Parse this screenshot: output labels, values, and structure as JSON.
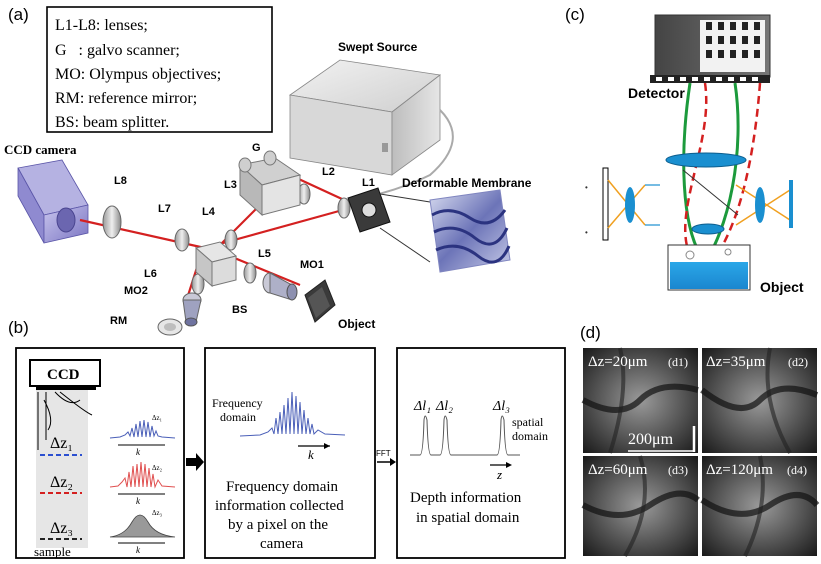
{
  "panels": {
    "a": "(a)",
    "b": "(b)",
    "c": "(c)",
    "d": "(d)"
  },
  "legend": {
    "lines": [
      "L1-L8: lenses;",
      "G   : galvo scanner;",
      "MO: Olympus objectives;",
      "RM: reference mirror;",
      "BS: beam splitter."
    ]
  },
  "setup": {
    "swept_source": "Swept Source",
    "ccd_camera": "CCD camera",
    "deformable_membrane": "Deformable Membrane",
    "object": "Object",
    "labels": {
      "G": "G",
      "L1": "L1",
      "L2": "L2",
      "L3": "L3",
      "L4": "L4",
      "L5": "L5",
      "L6": "L6",
      "L7": "L7",
      "L8": "L8",
      "MO1": "MO1",
      "MO2": "MO2",
      "RM": "RM",
      "BS": "BS"
    }
  },
  "b_panel": {
    "ccd": "CCD",
    "dz1": "Δz₁",
    "dz2": "Δz₂",
    "dz3": "Δz₃",
    "sample": "sample",
    "k": "k",
    "small_dz1": "Δz₁",
    "small_dz2": "Δz₂",
    "small_dz3": "Δz₃",
    "freq_domain": "Frequency\ndomain",
    "freq_caption": [
      "Frequency domain",
      "information collected",
      "by a pixel on the",
      "camera"
    ],
    "fft": "FFT",
    "dl1": "Δl₁",
    "dl2": "Δl₂",
    "dl3": "Δl₃",
    "spatial": [
      "spatial",
      "domain"
    ],
    "z": "z",
    "depth_caption": [
      "Depth information",
      "in spatial domain"
    ]
  },
  "c_panel": {
    "detector": "Detector",
    "object": "Object"
  },
  "d_panel": {
    "tiles": [
      {
        "dz": "Δz=20μm",
        "tag": "(d1)"
      },
      {
        "dz": "Δz=35μm",
        "tag": "(d2)"
      },
      {
        "dz": "Δz=60μm",
        "tag": "(d3)"
      },
      {
        "dz": "Δz=120μm",
        "tag": "(d4)"
      }
    ],
    "scale": "200μm"
  },
  "colors": {
    "beam": "#d42020",
    "green_beam": "#1c9a3c",
    "spectrum_blue": "#4a5fb8",
    "spectrum_red": "#e05050",
    "lens_blue": "#1a8fd0"
  }
}
